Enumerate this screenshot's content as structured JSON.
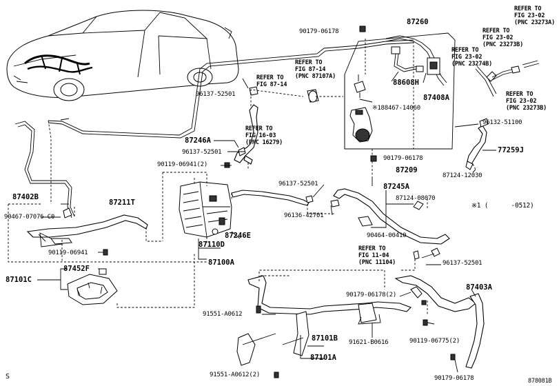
{
  "diagram": {
    "footer_left": "S",
    "footer_code": "878081B",
    "note_mark": "※1 (      -0512)"
  },
  "labels": {
    "p87260": "87260",
    "p90179_06178_top": "90179-06178",
    "p88608h": "88608H",
    "p87408a": "87408A",
    "p188467": "※188467-14060",
    "p90179_06178_mid": "90179-06178",
    "p87209": "87209",
    "p87245a": "87245A",
    "p87124_08070": "87124-08070",
    "p96137_52501_a": "96137-52501",
    "p87246a": "87246A",
    "p96137_52501_b": "96137-52501",
    "p90119_06941_2": "90119-06941(2)",
    "p96137_52501_c": "96137-52501",
    "p96136_42701": "96136-42701",
    "p90464_00410": "90464-00410",
    "p96137_52501_d": "96137-52501",
    "p87402b": "87402B",
    "p90467_07076": "90467-07076-C0",
    "p87211t": "87211T",
    "p87110d": "87110D",
    "p87100a": "87100A",
    "p87246e": "87246E",
    "p90119_06941": "90119-06941",
    "p87452f": "87452F",
    "p87101c": "87101C",
    "p96132_51100": "96132-51100",
    "p77259j": "77259J",
    "p87124_12030": "87124-12030",
    "p91551_a0612": "91551-A0612",
    "p91551_a0612_2": "91551-A0612(2)",
    "p87101b": "87101B",
    "p87101a": "87101A",
    "p91621_b0616": "91621-B0616",
    "p90179_06178_2": "90179-06178(2)",
    "p87403a": "87403A",
    "p90119_06775_2": "90119-06775(2)",
    "p90179_06178_bot": "90179-06178"
  },
  "refs": {
    "fig_23_02_23273a": "REFER TO\nFIG 23-02\n(PNC 23273A)",
    "fig_23_02_23273b_top": "REFER TO\nFIG 23-02\n(PNC 23273B)",
    "fig_23_02_23274b": "REFER TO\nFIG 23-02\n(PNC 23274B)",
    "fig_23_02_23273b_low": "REFER TO\nFIG 23-02\n(PNC 23273B)",
    "fig_87_14_87107a": "REFER TO\nFIG 87-14\n(PNC 87107A)",
    "fig_87_14": "REFER TO\nFIG 87-14",
    "fig_16_03_16279": "REFER TO\nFIG 16-03\n(PNC 16279)",
    "fig_11_04_11104": "REFER TO\nFIG 11-04\n(PNC 11104)"
  }
}
